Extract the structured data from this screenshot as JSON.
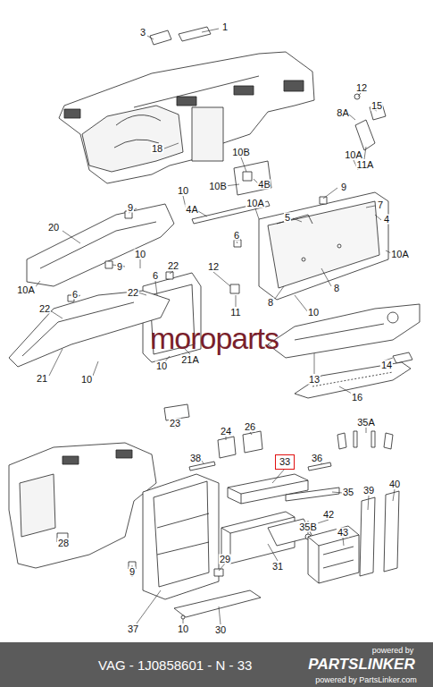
{
  "diagram": {
    "nodes": [
      {
        "text": [
          "33"
        ]
      },
      {
        "text": [
          "VAG - 1J0858601 - N - 33"
        ]
      }
    ],
    "labels": [
      "3",
      "1",
      "12",
      "8A",
      "15",
      "18",
      "10B",
      "10A",
      "11A",
      "10",
      "10B",
      "4B",
      "10A",
      "4A",
      "9",
      "9",
      "7",
      "5",
      "4",
      "20",
      "6",
      "10A",
      "10",
      "9",
      "22",
      "12",
      "6",
      "10A",
      "6",
      "22",
      "22",
      "8",
      "8",
      "11",
      "10",
      "21A",
      "10",
      "14",
      "21",
      "10",
      "13",
      "16",
      "23",
      "35A",
      "26",
      "24",
      "38",
      "36",
      "39",
      "40",
      "35",
      "42",
      "35B",
      "43",
      "28",
      "29",
      "31",
      "9",
      "37",
      "10",
      "30",
      "moroparts",
      "powered by",
      "PARTSLINKER",
      "powered by PartsLinker.com"
    ]
  }
}
